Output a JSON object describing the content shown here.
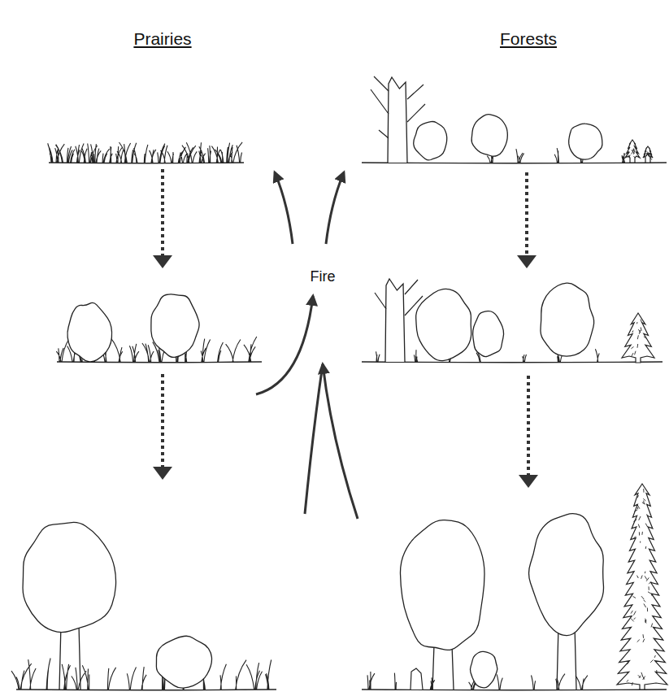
{
  "diagram": {
    "labels": [
      "Prairies",
      "Forests",
      "Fire"
    ]
  }
}
